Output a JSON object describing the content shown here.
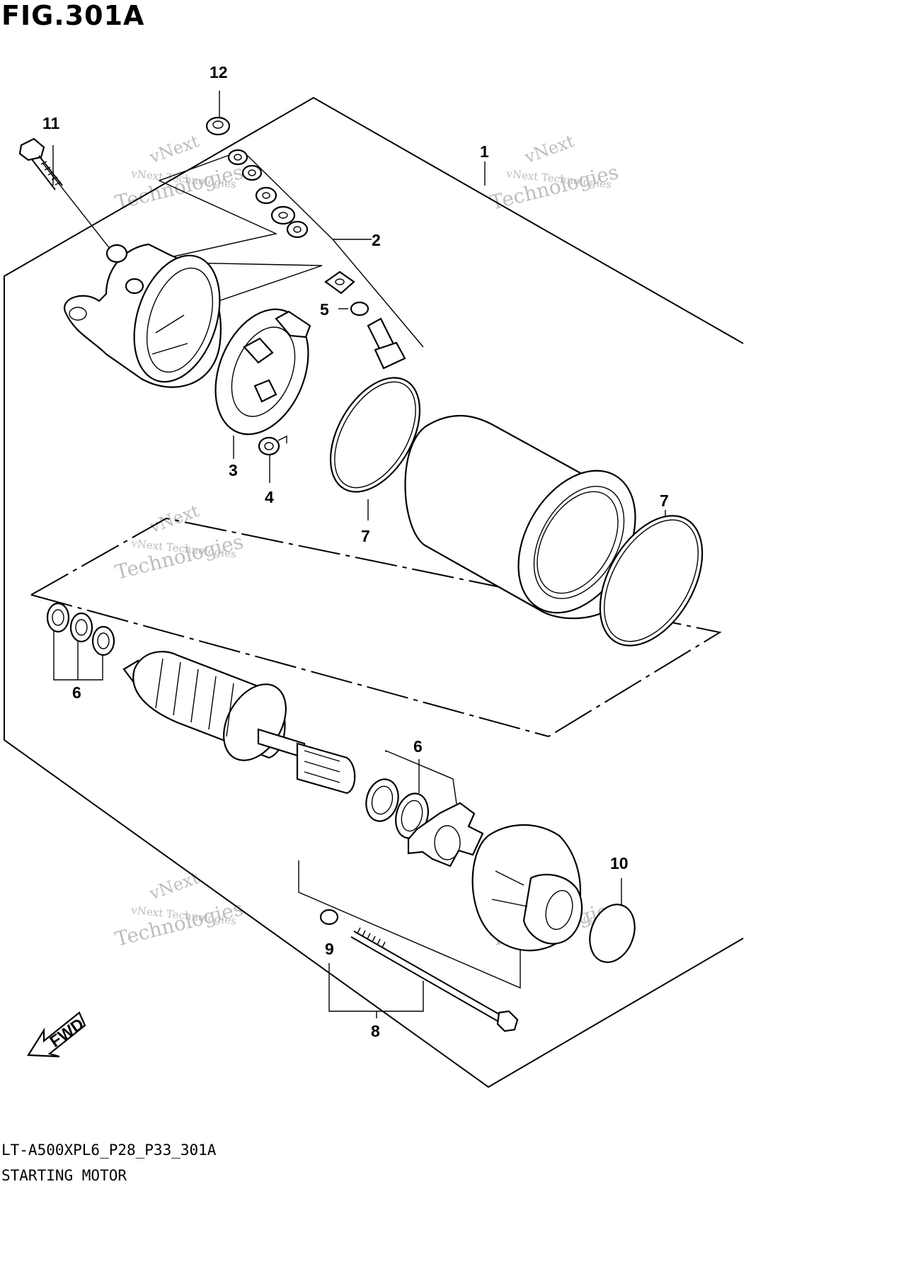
{
  "figure": {
    "title": "FIG.301A",
    "code": "LT-A500XPL6_P28_P33_301A",
    "name": "STARTING MOTOR"
  },
  "callouts": [
    "1",
    "2",
    "3",
    "4",
    "5",
    "6",
    "6",
    "7",
    "7",
    "8",
    "9",
    "10",
    "11",
    "12"
  ],
  "direction_label": "FWD",
  "watermark": {
    "line1": "vNext Technologies",
    "line2": "vNext",
    "line3": "Technologies"
  }
}
